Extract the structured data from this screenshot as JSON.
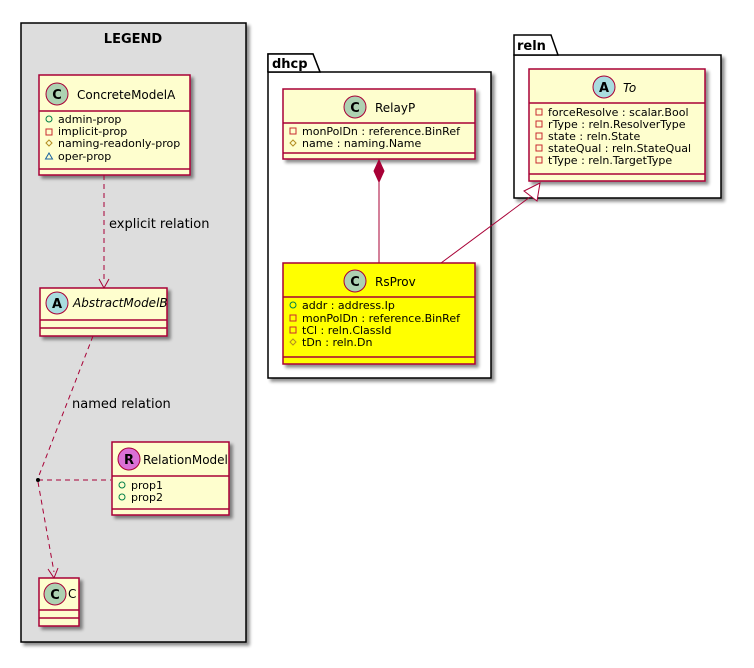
{
  "legend": {
    "title": "LEGEND",
    "concrete_model": {
      "stereotype": "C",
      "name": "ConcreteModelA",
      "attributes": [
        {
          "visibility": "+",
          "text": "admin-prop"
        },
        {
          "visibility": "-",
          "text": "implicit-prop"
        },
        {
          "visibility": "#",
          "text": "naming-readonly-prop"
        },
        {
          "visibility": "~",
          "text": "oper-prop"
        }
      ]
    },
    "abstract_model": {
      "stereotype": "A",
      "name": "AbstractModelB"
    },
    "relation_model": {
      "stereotype": "R",
      "name": "RelationModel",
      "attributes": [
        {
          "visibility": "+",
          "text": "prop1"
        },
        {
          "visibility": "+",
          "text": "prop2"
        }
      ]
    },
    "class_c": {
      "stereotype": "C",
      "name": "C"
    },
    "explicit_relation_label": "explicit relation",
    "named_relation_label": "named relation"
  },
  "dhcp": {
    "package_name": "dhcp",
    "relayp": {
      "stereotype": "C",
      "name": "RelayP",
      "attributes": [
        {
          "visibility": "-",
          "text": "monPolDn : reference.BinRef"
        },
        {
          "visibility": "#",
          "text": "name : naming.Name"
        }
      ]
    },
    "rsprov": {
      "stereotype": "C",
      "name": "RsProv",
      "attributes": [
        {
          "visibility": "+",
          "text": "addr : address.Ip"
        },
        {
          "visibility": "-",
          "text": "monPolDn : reference.BinRef"
        },
        {
          "visibility": "-",
          "text": "tCl : reln.ClassId"
        },
        {
          "visibility": "#",
          "text": "tDn : reln.Dn"
        }
      ]
    }
  },
  "reln": {
    "package_name": "reln",
    "to": {
      "stereotype": "A",
      "name": "To",
      "attributes": [
        {
          "visibility": "-",
          "text": "forceResolve : scalar.Bool"
        },
        {
          "visibility": "-",
          "text": "rType : reln.ResolverType"
        },
        {
          "visibility": "-",
          "text": "state : reln.State"
        },
        {
          "visibility": "-",
          "text": "stateQual : reln.StateQual"
        },
        {
          "visibility": "-",
          "text": "tType : reln.TargetType"
        }
      ]
    }
  },
  "colors": {
    "class_fill": "#FEFECE",
    "class_border": "#A80036",
    "highlight_fill": "#FFFF00",
    "legend_fill": "#DDDDDD",
    "circle_class": "#ADD1B2",
    "circle_abstract": "#A9DCDF",
    "circle_relation": "#DA70D6",
    "edge": "#A80036"
  }
}
